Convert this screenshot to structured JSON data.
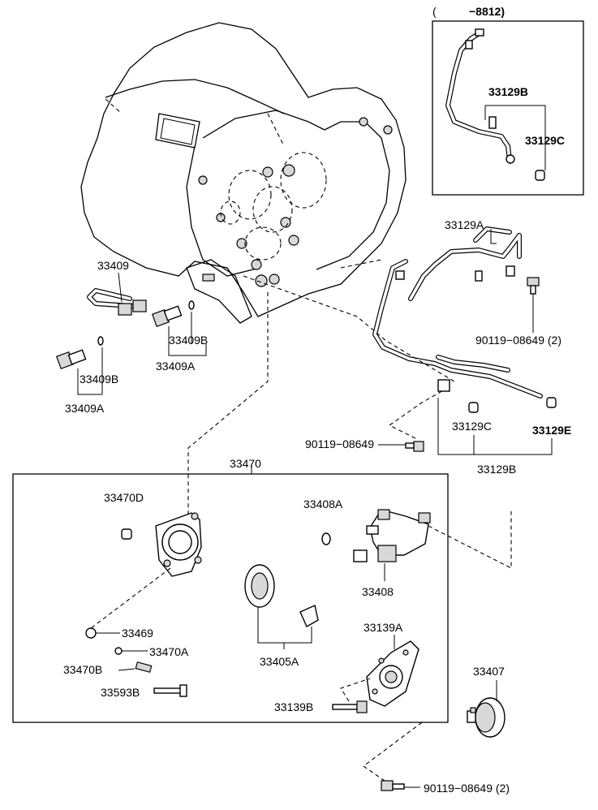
{
  "inset": {
    "header_open": "(",
    "header_code": "−8812)"
  },
  "labels": {
    "l33129B_inset": "33129B",
    "l33129C_inset": "33129C",
    "l33129A": "33129A",
    "l90119_top": "90119−08649 (2)",
    "l33129C": "33129C",
    "l33129E": "33129E",
    "l90119_mid": "90119−08649",
    "l33129B": "33129B",
    "l33409": "33409",
    "l33409B_1": "33409B",
    "l33409A_1": "33409A",
    "l33409B_2": "33409B",
    "l33409A_2": "33409A",
    "l33470": "33470",
    "l33470D": "33470D",
    "l33408A": "33408A",
    "l33408": "33408",
    "l33469": "33469",
    "l33470A": "33470A",
    "l33470B": "33470B",
    "l33593B": "33593B",
    "l33405A": "33405A",
    "l33139A": "33139A",
    "l33139B": "33139B",
    "l33407": "33407",
    "l90119_bot": "90119−08649 (2)"
  }
}
